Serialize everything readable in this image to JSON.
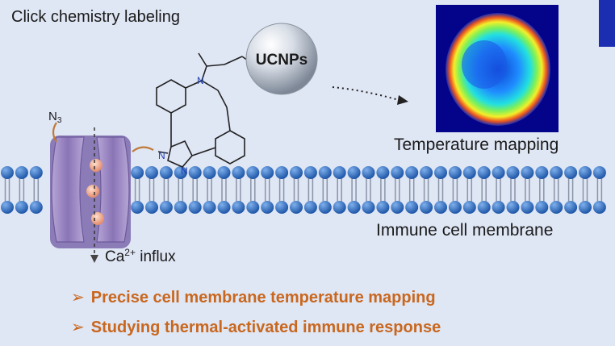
{
  "labels": {
    "title": "Click chemistry labeling",
    "particle": "UCNPs",
    "temperature_caption": "Temperature mapping",
    "membrane_caption": "Immune cell membrane",
    "azide_prefix": "N",
    "azide_sub": "3",
    "influx_ion": "Ca",
    "influx_charge": "2+",
    "influx_word": " influx",
    "ring_N": "N"
  },
  "bullets": [
    {
      "marker": "➢",
      "text": "Precise cell membrane temperature mapping"
    },
    {
      "marker": "➢",
      "text": "Studying thermal-activated immune response"
    }
  ],
  "colors": {
    "background": "#dfe6f4",
    "lipid_head": "#2f6cc0",
    "channel": "#9a86c0",
    "ion": "#f0a98a",
    "bullet_text": "#c9671e",
    "linker": "#c07a3a"
  },
  "icons": [
    "nanoparticle-sphere",
    "thermal-map",
    "ion-channel",
    "dashed-arrow"
  ]
}
